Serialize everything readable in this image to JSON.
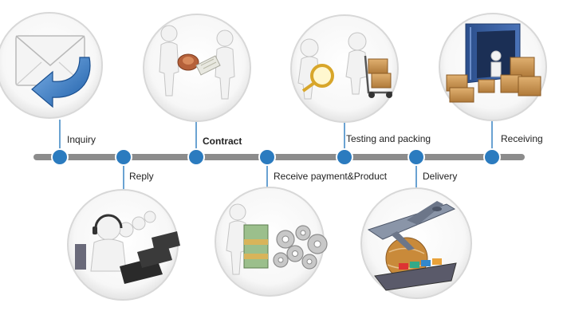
{
  "process": {
    "steps": [
      {
        "label": "Inquiry",
        "icon": "envelope-reply-icon"
      },
      {
        "label": "Reply",
        "icon": "call-center-icon"
      },
      {
        "label": "Contract",
        "icon": "handshake-contract-icon"
      },
      {
        "label": "Receive payment&Product",
        "icon": "money-gears-icon"
      },
      {
        "label": "Testing and packing",
        "icon": "magnifier-hand-truck-icon"
      },
      {
        "label": "Delivery",
        "icon": "plane-ship-globe-icon"
      },
      {
        "label": "Receiving",
        "icon": "container-boxes-icon"
      }
    ]
  },
  "colors": {
    "timeline": "#8c8c8c",
    "node": "#2b7bbf",
    "node_stroke": "#ffffff",
    "connector": "#2b7bbf",
    "circle_border": "#d8d8d8"
  }
}
